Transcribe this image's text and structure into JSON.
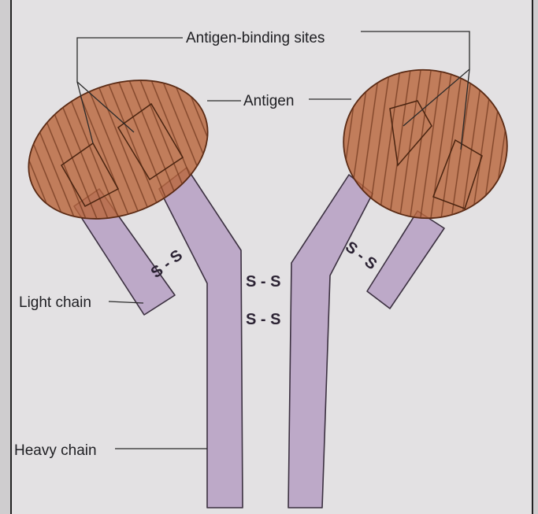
{
  "labels": {
    "antigen_binding_sites": "Antigen-binding sites",
    "antigen": "Antigen",
    "light_chain": "Light chain",
    "heavy_chain": "Heavy chain"
  },
  "disulfide_bonds": {
    "left_arm": "S - S",
    "right_arm": "S - S",
    "hinge_upper": "S - S",
    "hinge_lower": "S - S"
  },
  "colors": {
    "background": "#cfcdcf",
    "panel": "#e3e1e3",
    "chain_fill": "#bda9c8",
    "antigen_fill": "#b9673d"
  }
}
